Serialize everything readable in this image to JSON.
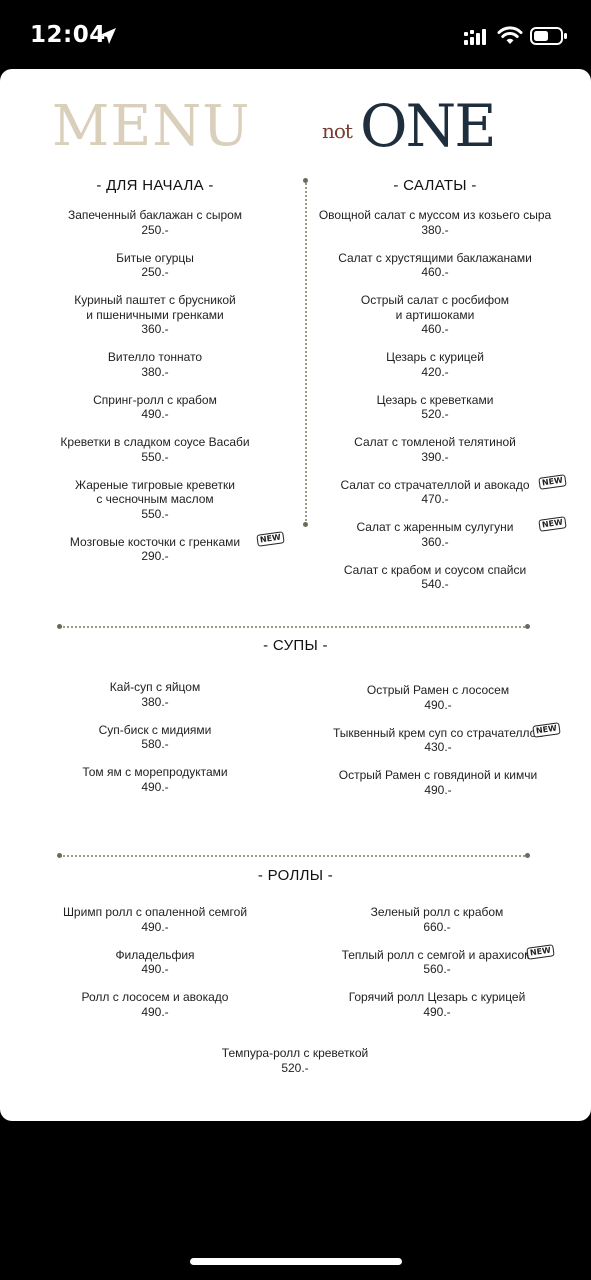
{
  "status_bar": {
    "time": "12:04"
  },
  "logo": {
    "menu": "MENU",
    "not": "not",
    "one": "ONE"
  },
  "starters": {
    "title": "- ДЛЯ НАЧАЛА -",
    "items": [
      {
        "name": "Запеченный баклажан с сыром",
        "price": "250.-"
      },
      {
        "name": "Битые огурцы",
        "price": "250.-"
      },
      {
        "name": "Куриный паштет с брусникой\nи пшеничными гренками",
        "price": "360.-"
      },
      {
        "name": "Вителло тоннато",
        "price": "380.-"
      },
      {
        "name": "Спринг-ролл с крабом",
        "price": "490.-"
      },
      {
        "name": "Креветки в сладком соусе Васаби",
        "price": "550.-"
      },
      {
        "name": "Жареные тигровые креветки\nс чесночным маслом",
        "price": "550.-"
      },
      {
        "name": "Мозговые косточки с гренками",
        "price": "290.-",
        "badge": "NEW"
      }
    ]
  },
  "salads": {
    "title": "- САЛАТЫ -",
    "items": [
      {
        "name": "Овощной салат с муссом из козьего сыра",
        "price": "380.-"
      },
      {
        "name": "Салат с хрустящими баклажанами",
        "price": "460.-"
      },
      {
        "name": "Острый салат с росбифом\nи артишоками",
        "price": "460.-"
      },
      {
        "name": "Цезарь с курицей",
        "price": "420.-"
      },
      {
        "name": "Цезарь с креветками",
        "price": "520.-"
      },
      {
        "name": "Салат с томленой телятиной",
        "price": "390.-"
      },
      {
        "name": "Салат со страчателлой и авокадо",
        "price": "470.-",
        "badge": "NEW"
      },
      {
        "name": "Салат с жаренным сулугуни",
        "price": "360.-",
        "badge": "NEW"
      },
      {
        "name": "Салат с крабом и соусом спайси",
        "price": "540.-"
      }
    ]
  },
  "soups": {
    "title": "- СУПЫ -",
    "left": [
      {
        "name": "Кай-суп с яйцом",
        "price": "380.-"
      },
      {
        "name": "Суп-биск с мидиями",
        "price": "580.-"
      },
      {
        "name": "Том ям с морепродуктами",
        "price": "490.-"
      }
    ],
    "right": [
      {
        "name": "Острый Рамен с лососем",
        "price": "490.-"
      },
      {
        "name": "Тыквенный крем суп со страчателлой",
        "price": "430.-",
        "badge": "NEW"
      },
      {
        "name": "Острый Рамен с говядиной и кимчи",
        "price": "490.-"
      }
    ]
  },
  "rolls": {
    "title": "- РОЛЛЫ -",
    "left": [
      {
        "name": "Шримп ролл с опаленной семгой",
        "price": "490.-"
      },
      {
        "name": "Филадельфия",
        "price": "490.-"
      },
      {
        "name": "Ролл с лососем и авокадо",
        "price": "490.-"
      }
    ],
    "right": [
      {
        "name": "Зеленый ролл с крабом",
        "price": "660.-"
      },
      {
        "name": "Теплый ролл с семгой и арахисом",
        "price": "560.-",
        "badge": "NEW"
      },
      {
        "name": "Горячий ролл Цезарь с курицей",
        "price": "490.-"
      }
    ],
    "center": [
      {
        "name": "Темпура-ролл с креветкой",
        "price": "520.-"
      }
    ]
  }
}
